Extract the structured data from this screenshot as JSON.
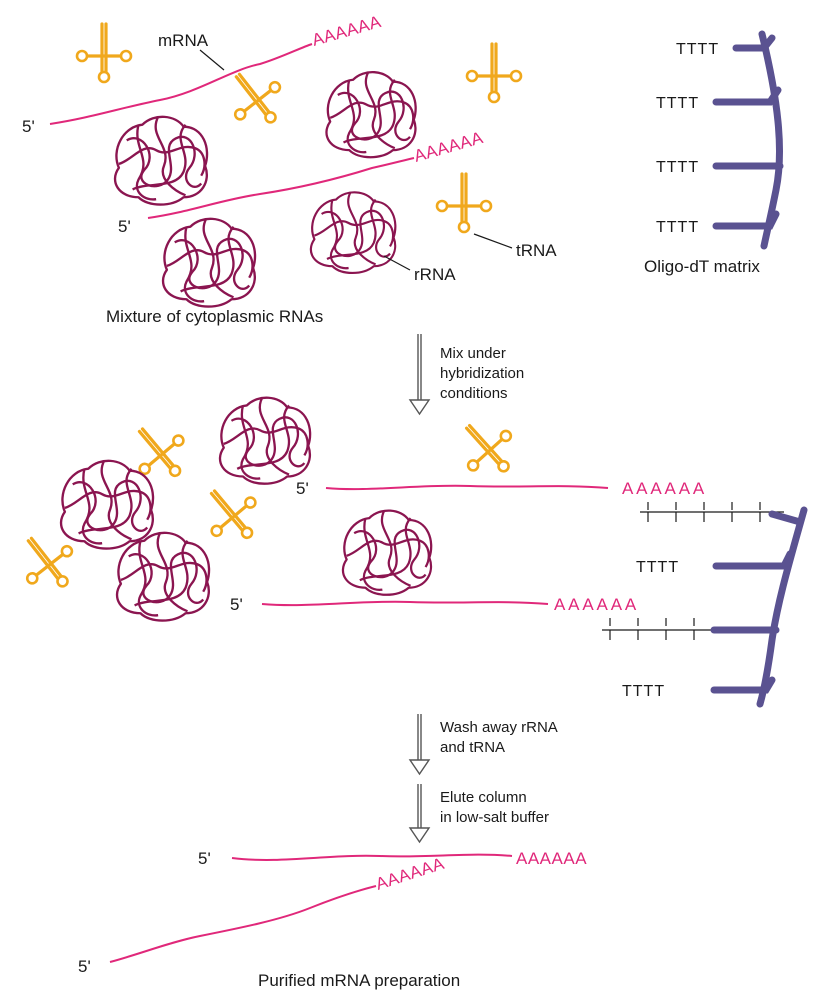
{
  "labels": {
    "mrna": "mRNA",
    "trna": "tRNA",
    "rrna": "rRNA",
    "five_prime": "5'",
    "poly_a": "AAAAAA",
    "poly_a_spaced": "A A A A A A",
    "oligo_dt": "TTTT",
    "oligo_dt_matrix": "Oligo-dT matrix",
    "mixture_caption": "Mixture of cytoplasmic RNAs",
    "purified_caption": "Purified mRNA preparation"
  },
  "steps": {
    "step1": [
      "Mix under",
      "hybridization",
      "conditions"
    ],
    "step2": [
      "Wash away rRNA",
      "and tRNA"
    ],
    "step3": [
      "Elute column",
      "in low-salt buffer"
    ]
  },
  "colors": {
    "mrna": "#e0287a",
    "trna": "#f0a81c",
    "rrna": "#8b1550",
    "matrix": "#5a5291",
    "text": "#1a1a1a"
  }
}
